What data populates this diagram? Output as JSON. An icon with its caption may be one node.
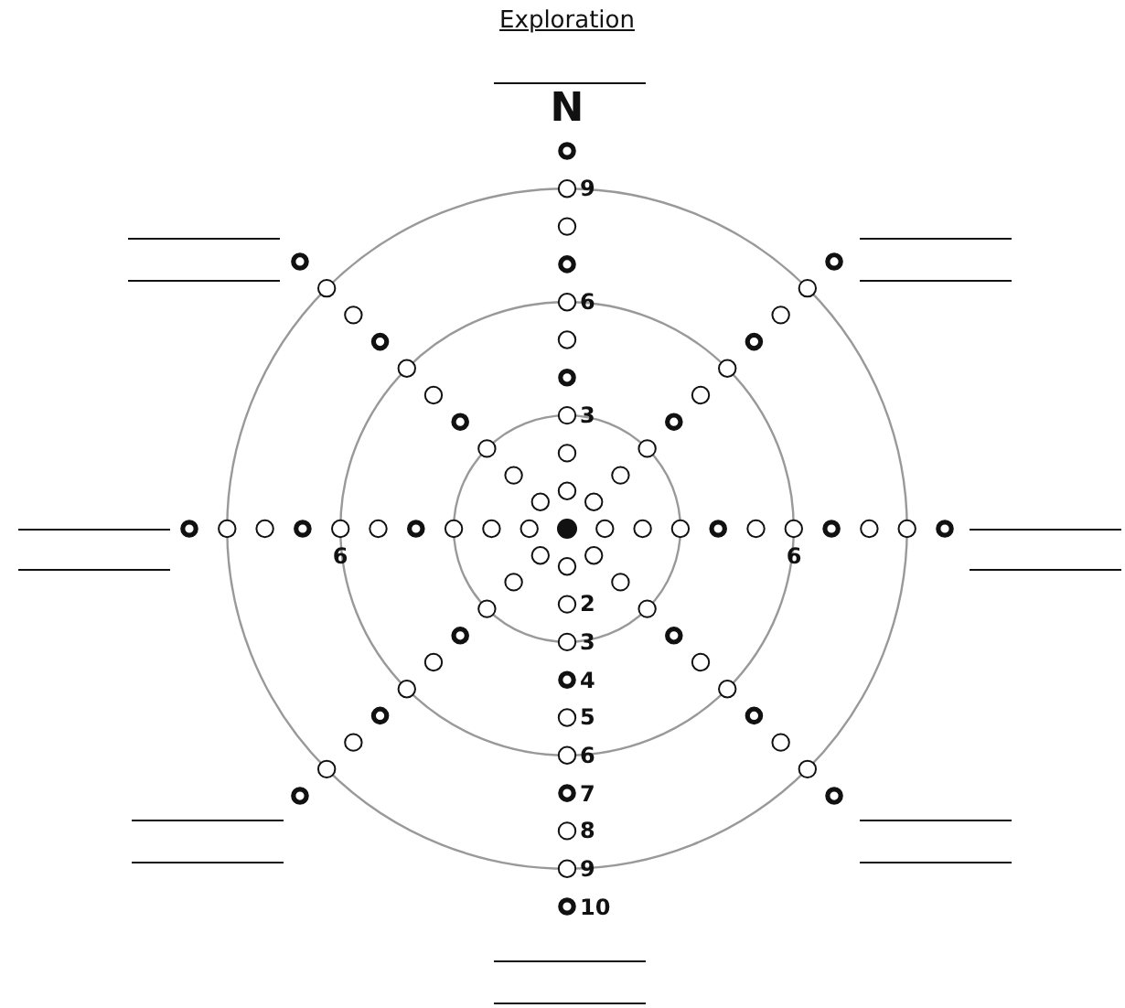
{
  "diagram": {
    "title": "Exploration",
    "labels": [
      "N",
      "9",
      "6",
      "3",
      "6",
      "6",
      "2",
      "3",
      "4",
      "5",
      "6",
      "7",
      "8",
      "9",
      "10"
    ]
  }
}
